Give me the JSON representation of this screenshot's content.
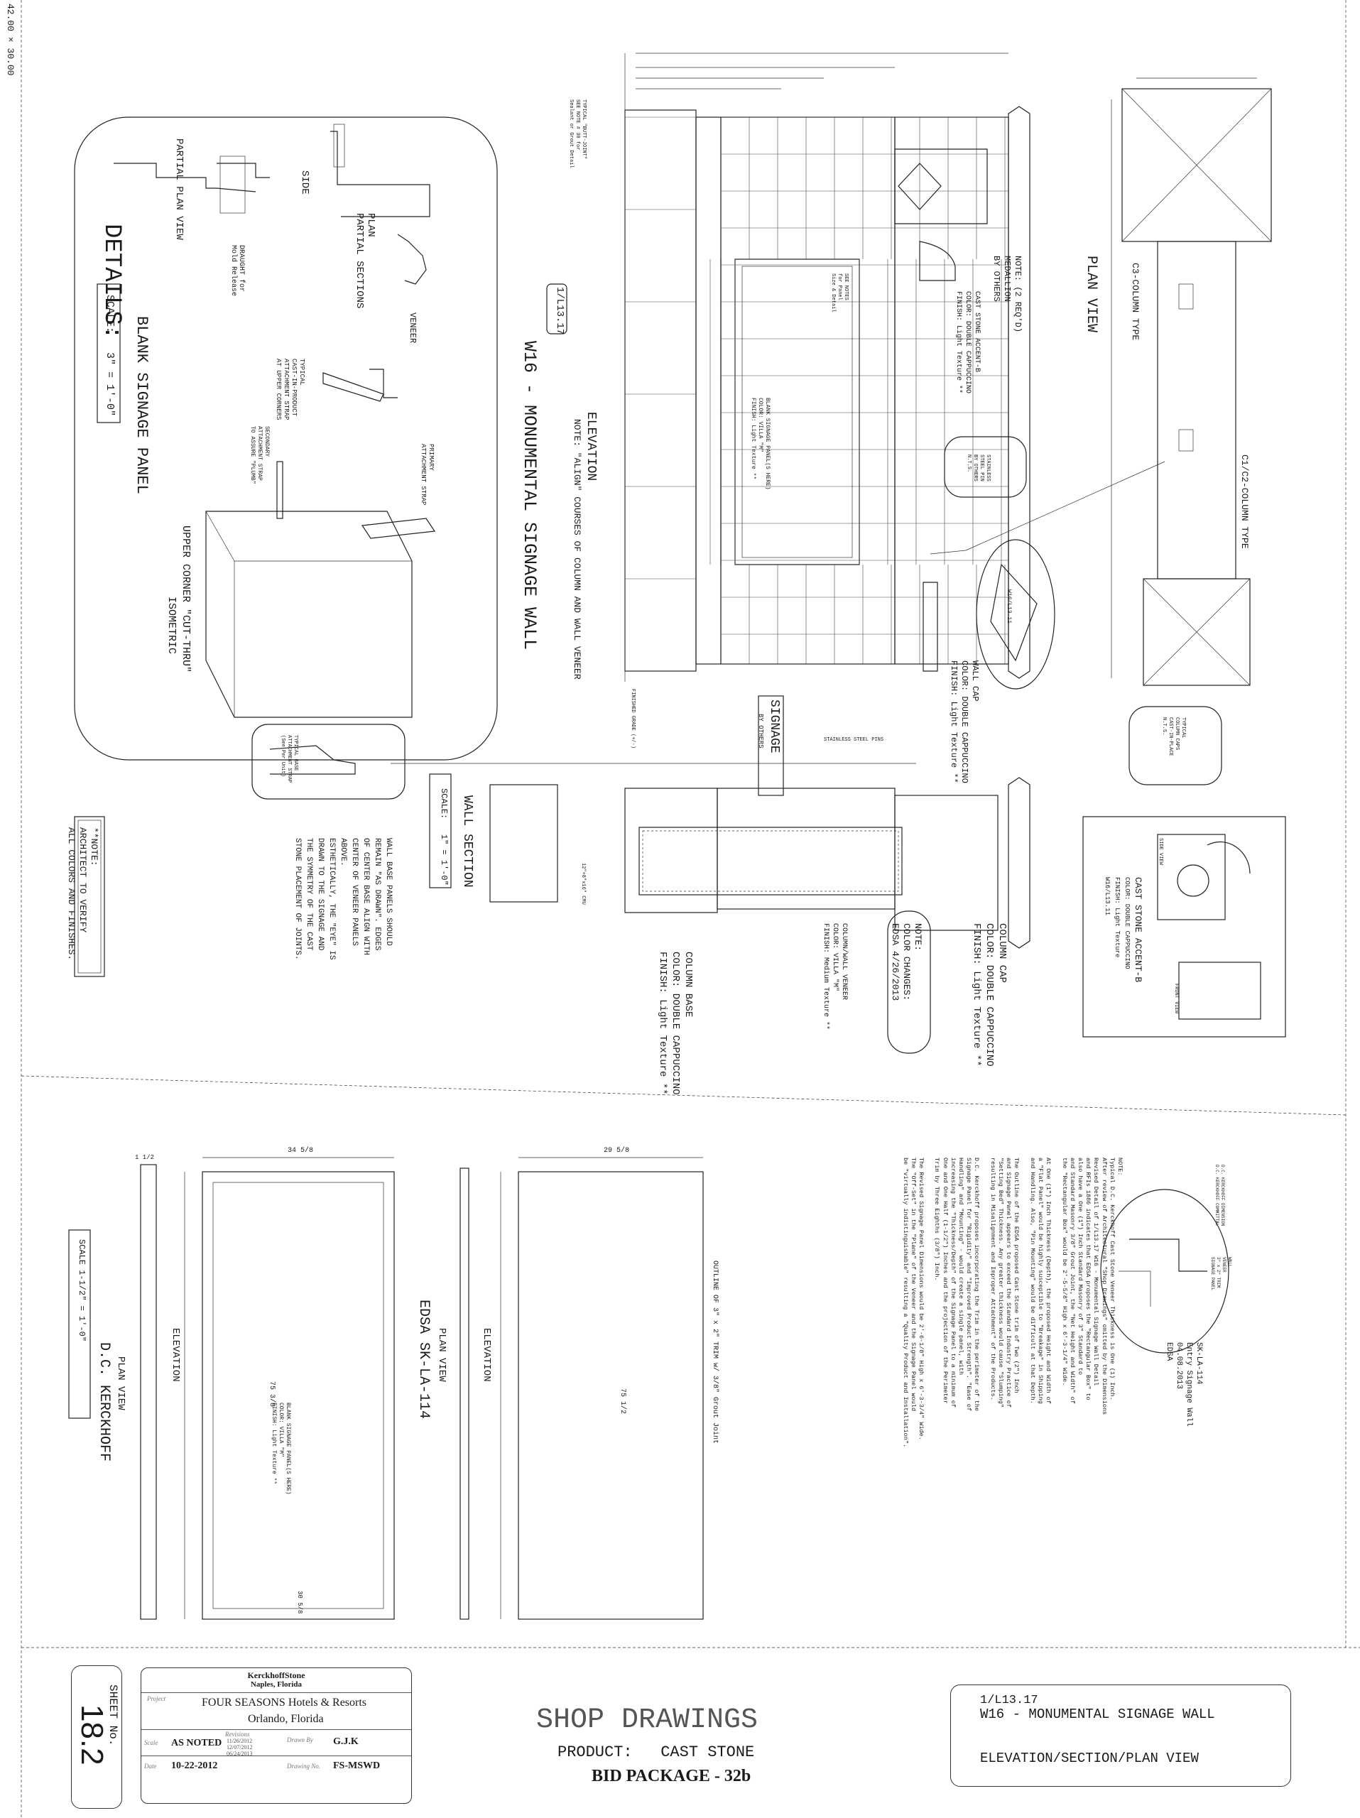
{
  "sheet_size_label": "42.00 × 30.00",
  "details_panel": {
    "title": "DETAILS:",
    "subtitle": "BLANK SIGNAGE PANEL",
    "scale": "SCALE:   3\" = 1'-0\"",
    "plan_partial_sections": "PLAN\nPARTIAL SECTIONS",
    "side": "SIDE",
    "veneer": "VENEER",
    "partial_plan_view": "PARTIAL PLAN VIEW",
    "draught": "DRAUGHT for\nMold Release",
    "typical_cast_in": "TYPICAL\nCAST-IN-PRODUCT\nATTACHMENT STRAP\nAT UPPER CORNERS",
    "secondary_strap": "SECONDARY\nATTACHMENT STRAP\nTO ASSURE \"PLUMB\"",
    "primary_strap": "PRIMARY\nATTACHMENT STRAP",
    "upper_corner": "UPPER CORNER \"CUT-THRU\"",
    "isometric": "ISOMETRIC"
  },
  "elevation": {
    "ref": "1/L13.17",
    "title": "W16 - MONUMENTAL SIGNAGE WALL",
    "label": "ELEVATION",
    "note": "NOTE: \"ALIGN\" COURSES OF COLUMN AND WALL VENEER",
    "typical_note": "TYPICAL \"BUTT-JOINT\"\nSEE NOTE # 30 for\nSealant or Grout Detail",
    "blank_panel": "BLANK SIGNAGE PANEL(S HERE)\nCOLOR: VILLA \"M\"\nFINISH: Light Texture **",
    "see_notes": "SEE NOTES\nfor Panel\nSize & Detail"
  },
  "plan_view": {
    "title": "PLAN VIEW",
    "c3": "C3-COLUMN TYPE",
    "c1c2": "C1/C2-COLUMN TYPE",
    "stainless_pin": "STAINLESS\nSTEEL PIN\nBY OTHERS\nN.T.S.",
    "typical_caps": "TYPICAL\nCOLUMN CAPS\nCAST-IN-PLACE\nN.T.S."
  },
  "notes": {
    "medallion": "NOTE: (2 REQ'D)\nMEDALLION\nBY OTHERS",
    "accent_b": "CAST STONE ACCENT-B\nCOLOR: DOUBLE CAPPUCCINO\nFINISH: Light Texture **",
    "wall_cap": "WALL CAP\nCOLOR: DOUBLE CAPPUCCINO\nFINISH: Light Texture **",
    "w16_ref": "W16/L13.11",
    "signage": "SIGNAGE",
    "by_others": "BY OTHERS",
    "column_cap": "COLUMN CAP\nCOLOR: DOUBLE CAPPUCCINO\nFINISH: Light Texture **",
    "color_changes": "NOTE:\nCOLOR CHANGES:\nEDSA 4/26/2013",
    "column_wall_veneer": "COLUMN/WALL VENEER\nCOLOR: VILLA \"M\"\nFINISH: Medium Texture **",
    "column_base": "COLUMN BASE\nCOLOR: DOUBLE CAPPUCCINO\nFINISH: Light Texture **",
    "finished_grade": "FINISHED GRADE (+/-)",
    "stainless_steel_pins": "STAINLESS STEEL PINS"
  },
  "accent_detail": {
    "title": "CAST STONE ACCENT-B",
    "color": "COLOR: DOUBLE CAPPUCCINO",
    "finish": "FINISH: Light Texture",
    "ref": "W16/L13.11",
    "side_view": "SIDE VIEW",
    "front_view": "FRONT VIEW"
  },
  "wall_section": {
    "title": "WALL SECTION",
    "scale": "SCALE:   1\" = 1'-0\"",
    "cmu": "12\"+8\"x16\" CMU",
    "typical_base": "TYPICAL BASE\nATTACHMENT STRAP\n(See Per Unit)",
    "note": "WALL BASE PANELS SHOULD\nREMAIN \"AS DRAWN\". EDGES\nOF CENTER BASE ALIGN WITH\nCENTER OF VENEER PANELS\nABOVE.\nESTHETICALLY, THE \"EYE\" IS\nDRAWN TO THE SIGNAGE AND\nTHE SYMMETRY OF THE CAST\nSTONE PLACEMENT OF JOINTS."
  },
  "architect_note": "**NOTE:\nARCHITECT TO VERIFY\nALL COLORS AND FINISHES.",
  "lower": {
    "panel_dims": [
      "34 5/8",
      "30 5/8",
      "75 3/8",
      "1 1/2"
    ],
    "dims_right": [
      "29 5/8",
      "75 1/2"
    ],
    "blank_panel": "BLANK SIGNAGE PANEL(S HERE)\nCOLOR: VILLA \"M\"\nFINISH: Light Texture **",
    "elevation": "ELEVATION",
    "plan_view": "PLAN VIEW",
    "dc_kerckhoff": "D.C. KERCKHOFF",
    "scale": "SCALE 1-1/2\" = 1'-0\"",
    "outline": "OUTLINE OF 3\" x 2\" TRIM w/ 3/8\" Grout Joint",
    "edsa": "EDSA SK-LA-114",
    "plan_view2": "PLAN VIEW",
    "elevation2": "ELEVATION"
  },
  "edsa_note": {
    "header": "SK-LA-114\nEntry Signage Wall\n04.08.2013\nEDSA",
    "body": "NOTE:\nTypical D.C. Kerckhoff Cast Stone Veneer Thickness is One (1) Inch.\nAfter review of Architectural \"Shop Drawings\" omitted by the Dimensions\nRevised Detail of 1/L13.17 W16 - Monumental Signage Wall Detail\nand RFIs 1886 indicates that EDSA proposes the \"Rectangular Box\" to\nalso have a One (1\") Inch Standard Masonry of 3\" Standard to\nand Standard Masonry 3/8\" Grout Joint, the \"Net Height and Width\" of\nthe \"Rectangular Box\" would be 2'-5-5/8\" High x 6'-3-1/4\" Wide.\n\nAt One (1\") Inch Thickness (Depth), the proposed Height and Width of\na \"Flat Panel\" would be highly susceptible to \"Breakage\" in Shipping\nand Handling. Also, \"Pin Mounting\" would be difficult at that Depth.\n\nThe Outline of the EDSA proposed Cast Stone trim of Two (2\") Inch\nand Signage Panel appears to exceed the Standard Industry Practice of\n\"Setting Bed\" Thickness. Any greater thickness would cause \"Slumping\"\nresulting in Misalignment and Improper Attachment\" of the Products.\n\nD.C. Kerckhoff proposes incorporating the Trim in the perimeter of the\nSignage Panel for \"Rigidity\" and \"Improved Product Strength\". \"Ease of\nHandling\" and \"Mounting\" - would create a single panel, with\nincreasing the \"Thickness/Depth\" of the Signage Panel to a minimum of\nOne and One Half (1-1/2\") Inches and the projection of the Perimeter\nTrim by Three Eighths (3/8\") Inch.\n\nThe Revised Signage Panel Dimensions would be 2'-6-1/8\" High x 6'-3-3/4\" Wide.\nThe \"Off-Set\" in the \"Plane\" of the Veneer and the Signage Panel would\nbe \"virtually indistinguishable\" resulting a \"Quality Product and Installation\".",
    "wall_veneer": "WALL\nVENEER\n3\" x 2\" TRIM\nSIGNAGE PANEL",
    "dc_note": "D.C. KERCKHOFF DIMENSION\nD.C. KERCKHOFF COMMITTAL"
  },
  "title_block": {
    "sheet_label": "SHEET No.",
    "sheet_number": "18.2",
    "company": "KerckhoffStone",
    "city": "Naples, Florida",
    "project_label": "Project",
    "project": "FOUR SEASONS Hotels & Resorts",
    "project_city": "Orlando, Florida",
    "scale_label": "Scale",
    "scale": "AS NOTED",
    "date_label": "Date",
    "date": "10-22-2012",
    "revisions_label": "Revisions",
    "revisions": [
      "11/26/2012",
      "12/07/2012",
      "06/24/2013"
    ],
    "drawn_label": "Drawn By",
    "drawn": "G.J.K",
    "drawing_label": "Drawing No.",
    "drawing_no": "FS-MSWD",
    "shop": "SHOP DRAWINGS",
    "product": "PRODUCT:   CAST STONE",
    "bid": "BID PACKAGE - 32b",
    "ref": "1/L13.17",
    "desc": "W16 - MONUMENTAL SIGNAGE WALL",
    "desc2": "ELEVATION/SECTION/PLAN VIEW"
  }
}
